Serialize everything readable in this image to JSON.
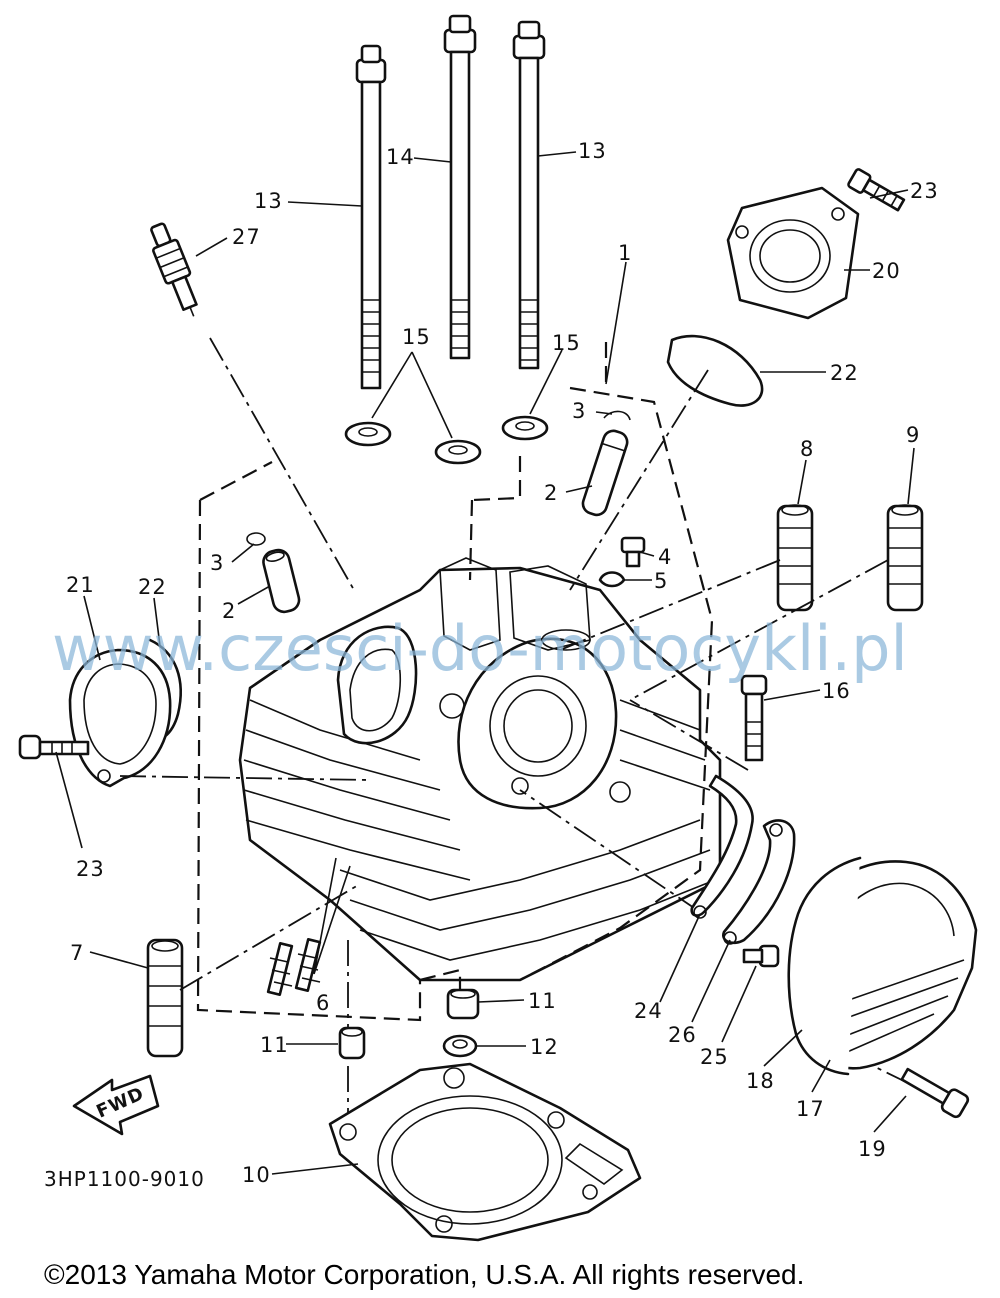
{
  "diagram": {
    "drawing_code": "3HP1100-9010",
    "direction_label": "FWD",
    "copyright": "©2013 Yamaha Motor Corporation, U.S.A. All rights reserved.",
    "watermark": "www.czesci-do-motocykli.pl",
    "callouts": [
      "1",
      "2",
      "2",
      "3",
      "3",
      "4",
      "5",
      "6",
      "7",
      "8",
      "9",
      "10",
      "11",
      "11",
      "12",
      "13",
      "13",
      "14",
      "15",
      "15",
      "16",
      "17",
      "18",
      "19",
      "20",
      "21",
      "22",
      "22",
      "23",
      "23",
      "24",
      "25",
      "26",
      "27"
    ]
  }
}
